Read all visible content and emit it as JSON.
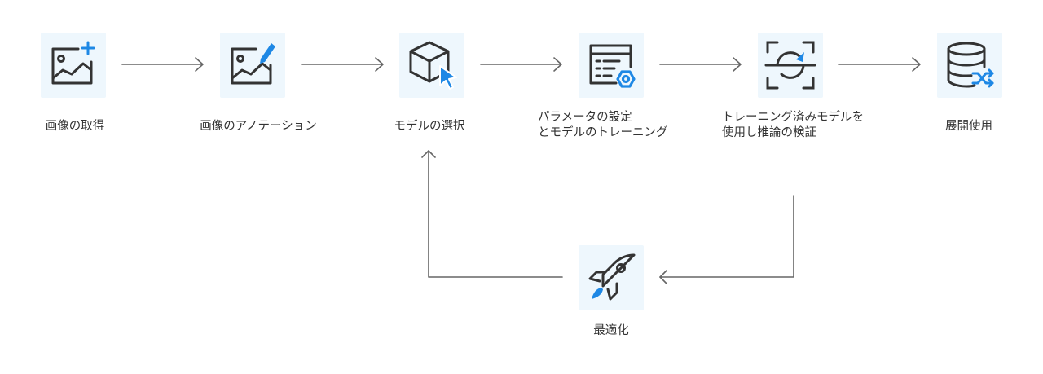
{
  "steps": [
    {
      "id": "acquire",
      "label": "画像の取得",
      "icon": "image-add-icon"
    },
    {
      "id": "annotate",
      "label": "画像のアノテーション",
      "icon": "image-edit-icon"
    },
    {
      "id": "select",
      "label": "モデルの選択",
      "icon": "cube-cursor-icon"
    },
    {
      "id": "train",
      "label_lines": [
        "パラメータの設定",
        "とモデルのトレーニング"
      ],
      "icon": "settings-list-icon"
    },
    {
      "id": "verify",
      "label_lines": [
        "トレーニング済みモデルを",
        "使用し推論の検証"
      ],
      "icon": "scan-icon"
    },
    {
      "id": "deploy",
      "label": "展開使用",
      "icon": "database-shuffle-icon"
    },
    {
      "id": "optimize",
      "label": "最適化",
      "icon": "rocket-icon"
    }
  ],
  "colors": {
    "accent": "#1e88e5",
    "stroke": "#333333",
    "tile": "#eef7fd",
    "arrow": "#666666"
  }
}
